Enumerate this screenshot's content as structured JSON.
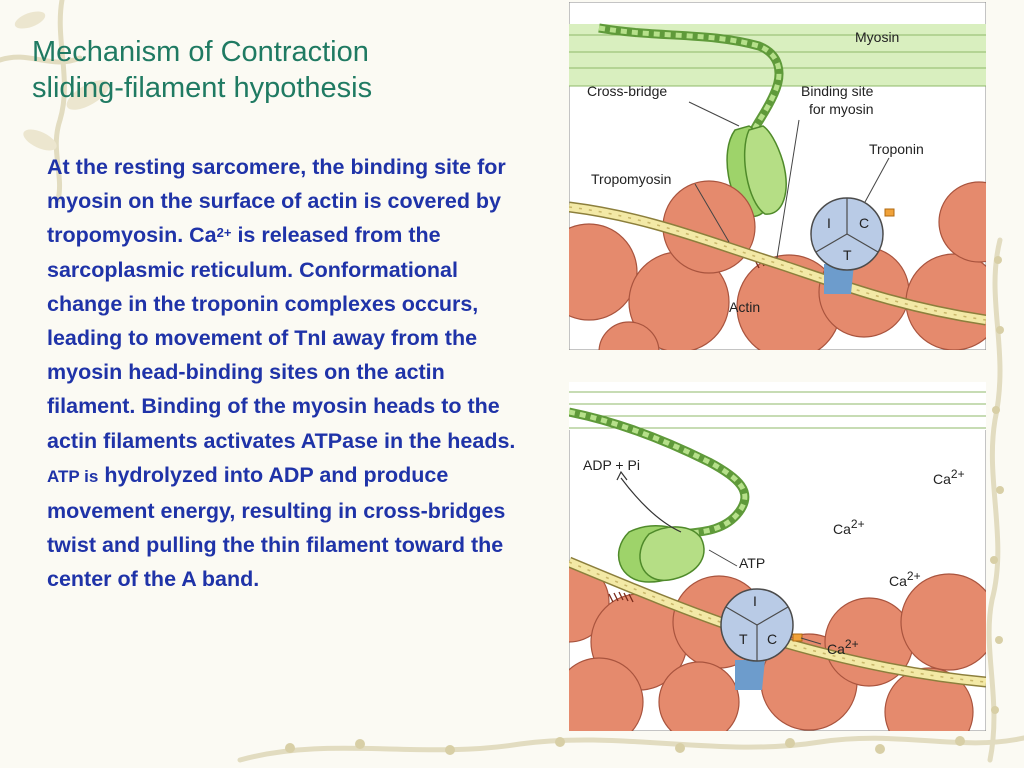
{
  "slide": {
    "title_line1": "Mechanism of Contraction",
    "title_line2": "sliding-filament hypothesis",
    "body": {
      "seg1": "At the resting sarcomere, the binding site for myosin on the surface of actin is covered by tropomyosin. Ca",
      "sup1": "2+",
      "seg2": " is released from the sarcoplasmic reticulum. Conformational change in the troponin complexes occurs, leading to movement of TnI away from the myosin head-binding sites on the actin filament. Binding of the myosin heads to the actin filaments activates ATPase in the heads. ",
      "small": "ATP is",
      "seg3": " hydrolyzed into ADP and produce movement energy, resulting in cross-bridges  twist and pulling the thin filament toward the center of the A band."
    }
  },
  "diagram_top": {
    "myosin": "Myosin",
    "cross_bridge": "Cross-bridge",
    "binding_site_1": "Binding site",
    "binding_site_2": "for myosin",
    "troponin": "Troponin",
    "tropomyosin": "Tropomyosin",
    "actin": "Actin",
    "tn_i": "I",
    "tn_c": "C",
    "tn_t": "T"
  },
  "diagram_bottom": {
    "adp_pi": "ADP + Pi",
    "atp": "ATP",
    "ca_base": "Ca",
    "ca_sup": "2+",
    "tn_i": "I",
    "tn_t": "T",
    "tn_c": "C"
  },
  "colors": {
    "title": "#1f7a62",
    "body_text": "#1f33a8",
    "actin": "#e58a6d",
    "myosin_head": "#9ed36a",
    "troponin": "#b9cbe6",
    "thick_filament": "#d9efbf"
  }
}
